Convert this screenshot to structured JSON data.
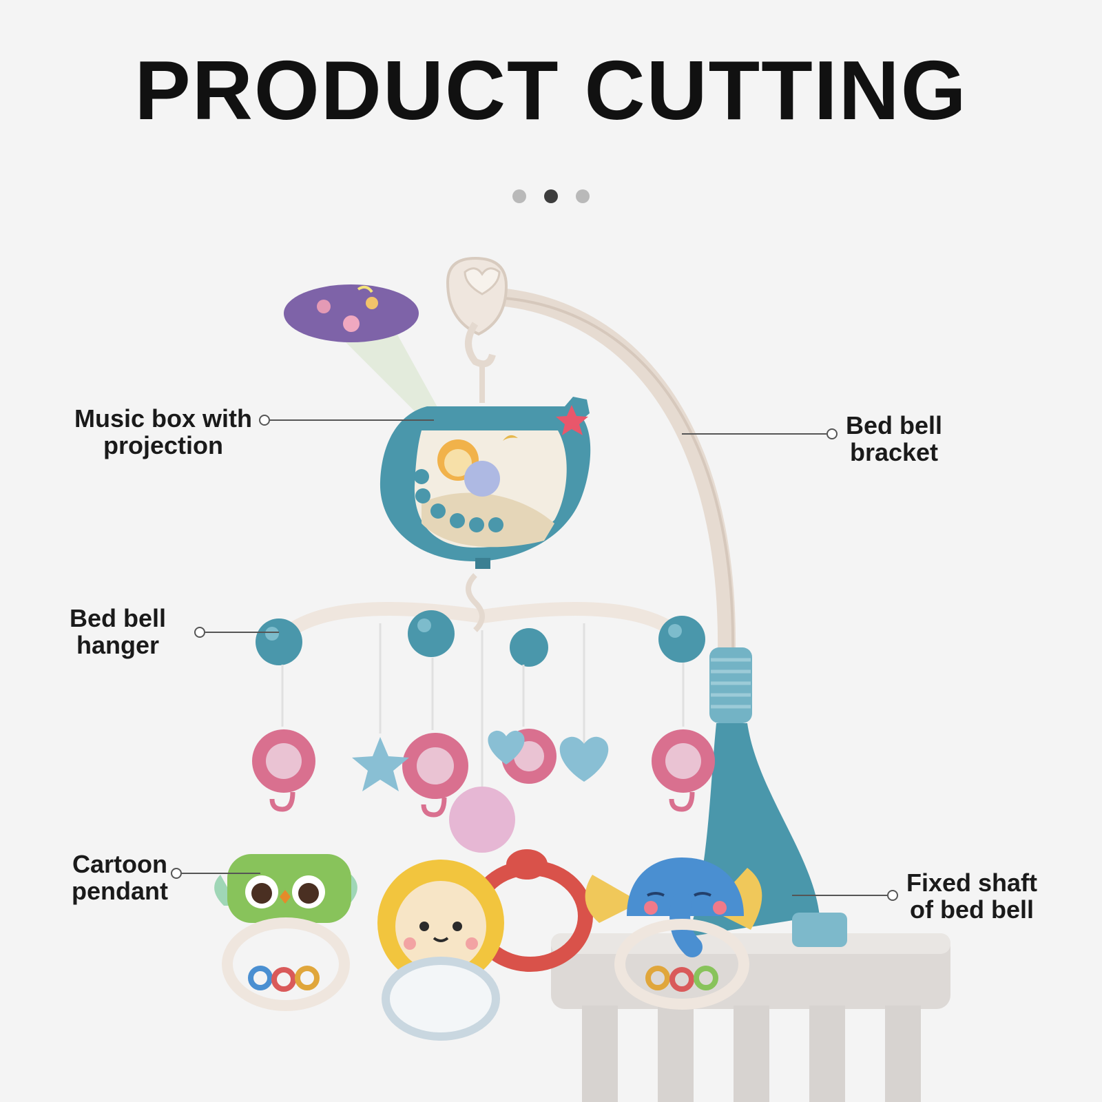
{
  "title": "PRODUCT CUTTING",
  "pagination": {
    "total": 3,
    "active": 2
  },
  "labels": {
    "music_box": "Music box with\nprojection",
    "bed_bell_bracket": "Bed bell\nbracket",
    "bed_bell_hanger": "Bed bell\nhanger",
    "cartoon_pendant": "Cartoon\npendant",
    "fixed_shaft": "Fixed shaft\nof bed bell"
  },
  "colors": {
    "background": "#f4f4f4",
    "teal": "#4a97ab",
    "pink": "#d9708f",
    "cream": "#ece4dc",
    "callout": "#555555"
  }
}
